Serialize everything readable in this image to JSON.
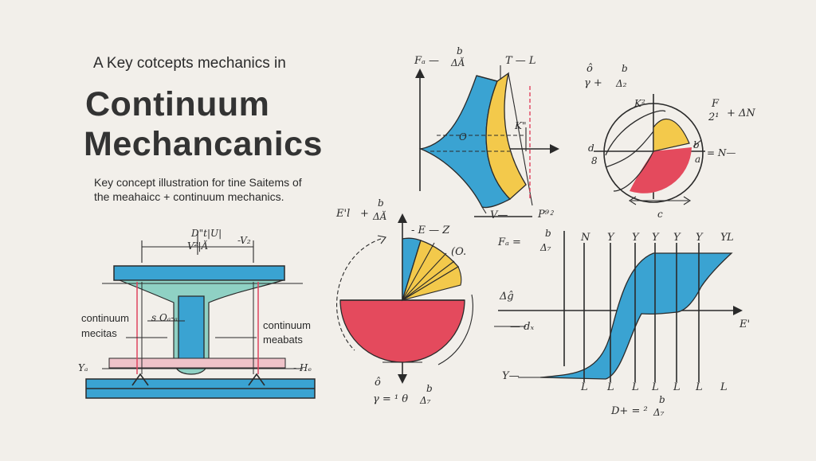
{
  "header": {
    "subtitle": "A Key cotcepts mechanics in",
    "title_line1": "Continuum",
    "title_line2": "Mechancanics",
    "description_line1": "Key concept illustration for tine Saitems of",
    "description_line2": "the meahaicc + continuum mechanics."
  },
  "beam_diagram": {
    "top_label_1": "D\"t|U|",
    "top_label_2": "-V₂",
    "mid_label": "V²|Ă",
    "center_label": "s Oₐ-ₐ",
    "left_label_1": "continuum",
    "left_label_2": "mecitas",
    "right_label_1": "continuum",
    "right_label_2": "meabats",
    "bottom_left_label": "Yₐ",
    "bottom_right_label": "- Hₑ"
  },
  "stress_curve": {
    "label_top_left": "Fₐ —",
    "label_top_frac": "b",
    "label_top_frac_den": "ΔĂ",
    "label_top_right": "T — L",
    "label_side": "K\"",
    "label_center": "O",
    "label_bottom": "V—",
    "label_bottom_right": "P⁹⁲"
  },
  "circle_diagram": {
    "label_top": "ô",
    "label_formula": "γ + ",
    "label_frac_num": "b",
    "label_frac_den": "Δ₂",
    "label_k": "K²",
    "label_f": "F",
    "label_f_den": "2¹",
    "label_plus": "+ ΔN",
    "label_left": "d",
    "label_left_2": "8",
    "label_right": "b",
    "label_right_2": "a",
    "label_right_3": "= N—",
    "label_bottom": "c"
  },
  "pie_diagram": {
    "label_left": "E'l",
    "label_plus": "+",
    "label_frac_num": "b",
    "label_frac_den": "ΔĂ",
    "label_top": "- E — Z",
    "label_slice": "(O.",
    "label_bottom": "ô",
    "label_formula": "γ = ¹ θ",
    "label_formula_frac_num": "b",
    "label_formula_frac_den": "Δ₇"
  },
  "wave_chart": {
    "top_labels": [
      "N",
      "Y",
      "Y",
      "Y",
      "Y",
      "Y",
      "Y",
      "L"
    ],
    "bottom_labels": [
      "L",
      "L",
      "L",
      "L",
      "L",
      "L",
      "L"
    ],
    "label_top_left": "Fₐ =",
    "label_top_frac_num": "b",
    "label_top_frac_den": "Δ₇",
    "label_left_1": "Δĝ",
    "label_left_2": "— dₓ",
    "label_right": "E'",
    "label_bottom_left": "Y—",
    "label_bottom": "D+ = ²",
    "label_bottom_frac_num": "b",
    "label_bottom_frac_den": "Δ₇"
  },
  "colors": {
    "blue": "#3aa3d2",
    "yellow": "#f3c94b",
    "red": "#e44a5d",
    "teal": "#8fd1c4",
    "pink": "#efc3c9",
    "ink": "#2a2a2a",
    "background": "#f2efea"
  }
}
